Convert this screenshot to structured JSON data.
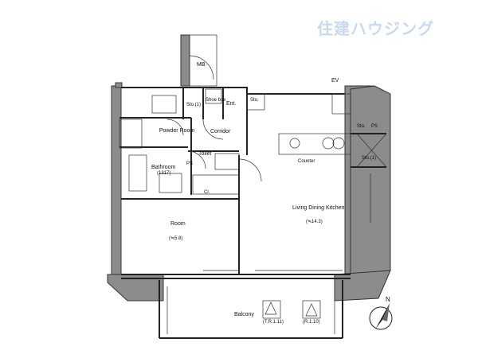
{
  "watermark": "住建ハウジング",
  "labels": {
    "mb": "MB",
    "ev": "EV",
    "sto1_top": "Sto.(1)",
    "shoe_box": "Shoe box",
    "ent": "Ent.",
    "sto_top": "Sto.",
    "powder_room": "Powder Room",
    "corridor": "Corridor",
    "toilet": "Toilet",
    "ps_left": "PS",
    "bathroom": "Bathroom",
    "bathroom_size": "(1317)",
    "cl": "Cl.",
    "counter": "Counter",
    "sto_kitchen": "Sto.",
    "ps_kitchen": "PS",
    "sto1_kitchen": "Sto.(1)",
    "room": "Room",
    "room_size": "(≒5.8)",
    "ldk": "Living Dining Kitchen",
    "ldk_size": "(≒14.3)",
    "balcony": "Balcony",
    "ac_left": "(T.R.1.11)",
    "ac_right": "(R.1.10)",
    "north": "N"
  }
}
